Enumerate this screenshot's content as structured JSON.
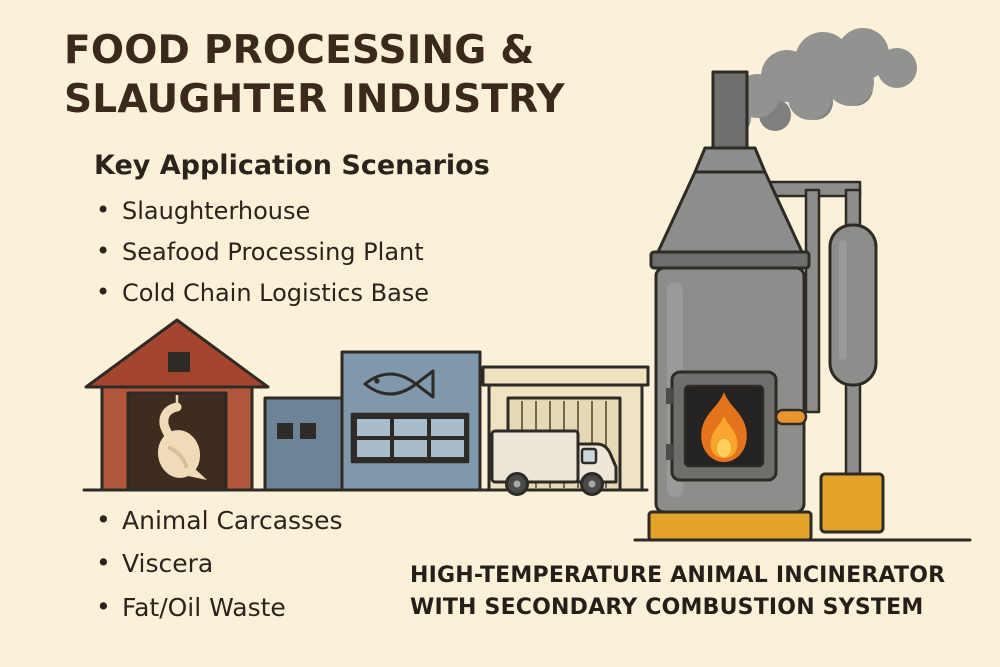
{
  "palette": {
    "bg": "#FBF1D8",
    "ink": "#2A241D",
    "title_ink": "#3B2A1C",
    "barn_body": "#B2573C",
    "barn_roof": "#A4462E",
    "door_dark": "#3F2C1F",
    "bird_cream": "#F0DBB8",
    "blue_main": "#7F98AC",
    "blue_dark": "#6D8498",
    "pane_blue": "#A8BDCB",
    "beige_wall": "#EFE3C2",
    "garage_door": "#E7D9B6",
    "truck_body": "#EDE7DA",
    "metal_mid": "#8D8D8B",
    "metal_dark": "#6E6E6C",
    "smoke_gray": "#929290",
    "flame_orange": "#E4731E",
    "flame_yellow": "#F7A62B",
    "flame_core": "#FFD15C",
    "fire_bg": "#242321",
    "accent_yellow": "#E3A32A",
    "handle_orange": "#E8952F",
    "outline": "#2E2A25"
  },
  "title": {
    "line1": "FOOD PROCESSING &",
    "line2": "SLAUGHTER INDUSTRY"
  },
  "scenarios": {
    "heading": "Key Application Scenarios",
    "items": [
      "Slaughterhouse",
      "Seafood Processing Plant",
      "Cold Chain Logistics Base"
    ]
  },
  "waste": {
    "items": [
      "Animal Carcasses",
      "Viscera",
      "Fat/Oil Waste"
    ]
  },
  "caption": {
    "line1": "HIGH-TEMPERATURE ANIMAL INCINERATOR",
    "line2": "WITH SECONDARY COMBUSTION SYSTEM"
  }
}
